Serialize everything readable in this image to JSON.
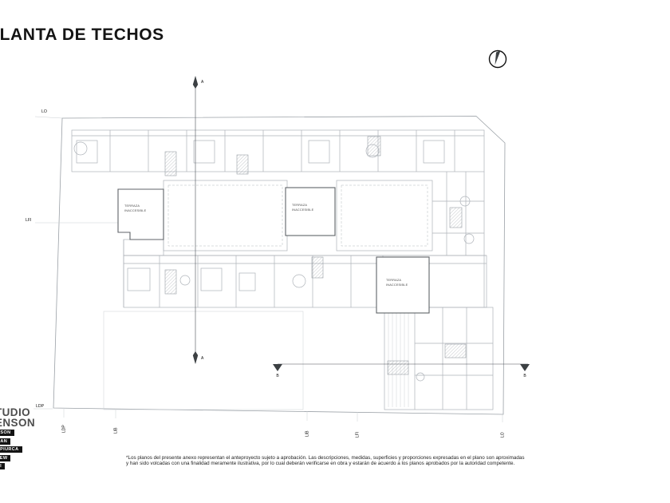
{
  "title": "PLANTA DE TECHOS",
  "plan": {
    "labels": {
      "lo_top": "LO",
      "lfi_left": "LFI",
      "ldp_left": "LDP"
    },
    "bottom_labels": [
      {
        "text": "LDP"
      },
      {
        "text": "LIB"
      },
      {
        "text": "LIB"
      },
      {
        "text": "LFI"
      },
      {
        "text": "LO"
      }
    ],
    "terraza": {
      "line1": "TERRAZA",
      "line2": "INACCESIBLE"
    },
    "sections": {
      "a": "A",
      "b": "B"
    }
  },
  "logo": {
    "line1": "TUDIO",
    "line2": "ENSON",
    "names": [
      "NSON",
      "NAN",
      "EPIURCA",
      "LEW",
      "SI"
    ]
  },
  "disclaimer": {
    "line1": "*Los planos del presente anexo representan el anteproyecto sujeto a aprobación. Las descripciones, medidas, superficies y proporciones expresadas en el plano son aproximadas",
    "line2": "y han sido volcadas con una finalidad meramente ilustrativa, por lo cual deberán verificarse en obra y estarán de acuerdo a los planos aprobados por la autoridad competente."
  },
  "colors": {
    "line_light": "#aeb3b9",
    "line_mid": "#9aa0a6",
    "line_dark": "#4a4f55",
    "text": "#141414"
  }
}
